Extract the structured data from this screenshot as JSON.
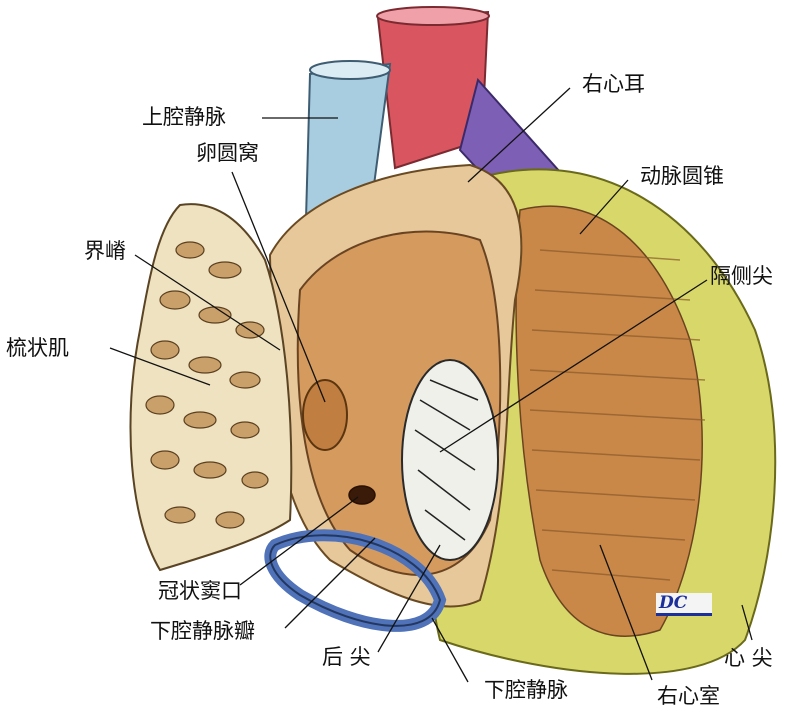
{
  "labels": {
    "superior_vena_cava": "上腔静脉",
    "fossa_ovalis": "卵圆窝",
    "crista_terminalis": "界嵴",
    "pectinate_muscles": "梳状肌",
    "coronary_sinus_orifice": "冠状窦口",
    "ivc_valve": "下腔静脉瓣",
    "posterior_cusp": "后 尖",
    "inferior_vena_cava": "下腔静脉",
    "right_ventricle": "右心室",
    "apex": "心 尖",
    "right_auricle": "右心耳",
    "conus_arteriosus": "动脉圆锥",
    "septal_cusp": "隔侧尖"
  },
  "watermark": {
    "text": "DC"
  },
  "colors": {
    "svc": "#a9cde0",
    "aorta": "#d9555f",
    "pulmonary": "#7d5fb5",
    "atrium_wall": "#d59b5e",
    "ventricle": "#c98848",
    "fat": "#d8d86a",
    "ivc_ring": "#4f72b8"
  }
}
